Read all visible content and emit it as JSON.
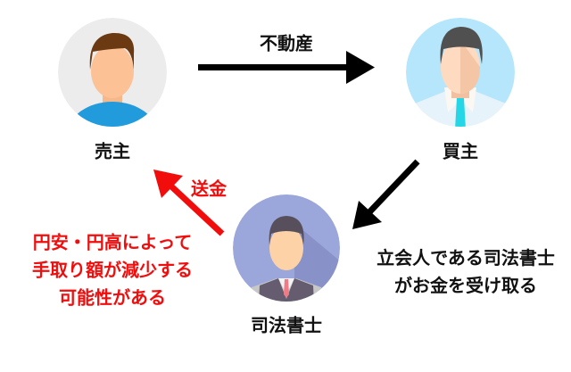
{
  "nodes": {
    "seller": {
      "label": "売主"
    },
    "buyer": {
      "label": "買主"
    },
    "scrivener": {
      "label": "司法書士"
    }
  },
  "edges": {
    "property": {
      "label": "不動産"
    },
    "remittance": {
      "label": "送金"
    }
  },
  "notes": {
    "fx_risk": [
      "円安・円高によって",
      "手取り額が減少する",
      "可能性がある"
    ],
    "escrow": [
      "立会人である司法書士",
      "がお金を受け取る"
    ]
  },
  "colors": {
    "accent_red": "#f20d0d",
    "arrow_black": "#000000"
  }
}
